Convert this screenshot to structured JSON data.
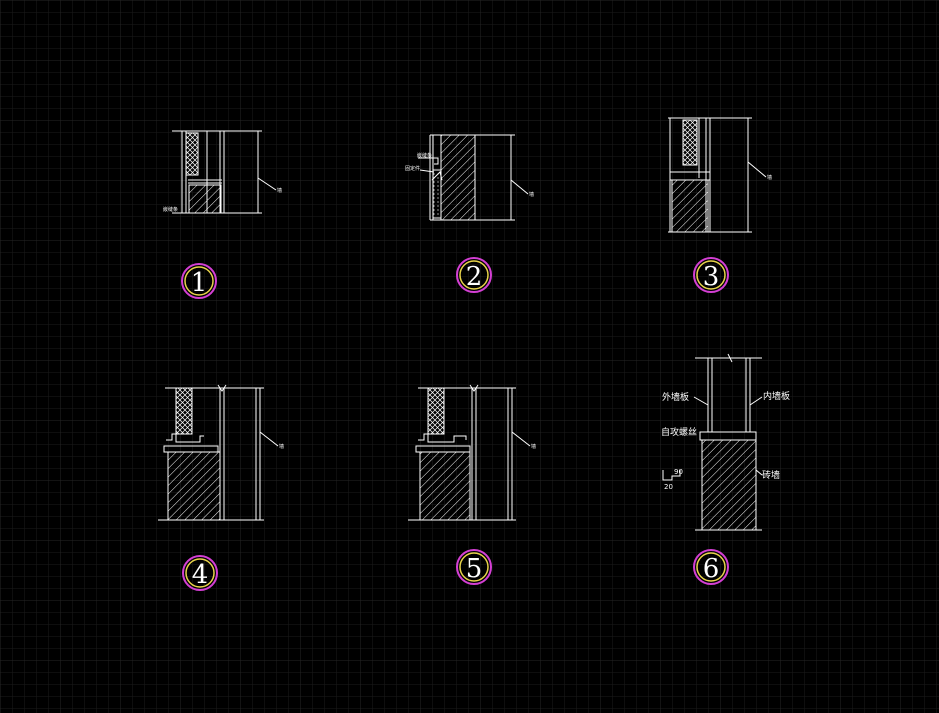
{
  "colors": {
    "background": "#000000",
    "grid_minor": "#1b1b1b",
    "grid_major": "#262626",
    "line": "#ffffff",
    "badge_outer": "#d43fd4",
    "badge_inner": "#e8d44a"
  },
  "details": [
    {
      "id": "d1",
      "number": "1"
    },
    {
      "id": "d2",
      "number": "2"
    },
    {
      "id": "d3",
      "number": "3"
    },
    {
      "id": "d4",
      "number": "4"
    },
    {
      "id": "d5",
      "number": "5"
    },
    {
      "id": "d6",
      "number": "6"
    }
  ],
  "annotations": {
    "outer_panel": "外墙板",
    "inner_panel": "内墙板",
    "self_tapping_screw": "自攻螺丝",
    "wall": "砖墙",
    "dim_90": "90",
    "dim_20": "20"
  }
}
